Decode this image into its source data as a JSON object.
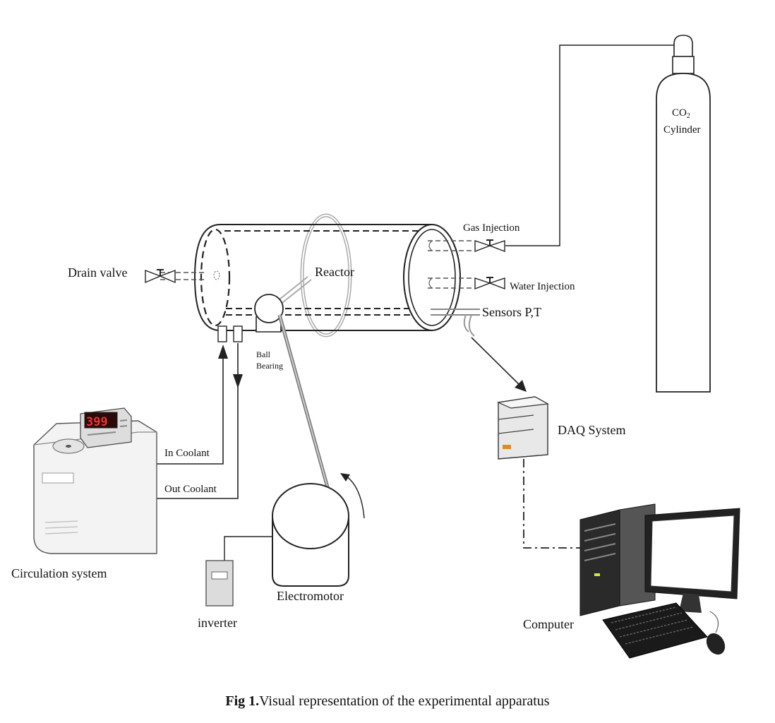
{
  "labels": {
    "co2": "CO",
    "co2_sub": "2",
    "cylinder": "Cylinder",
    "gas_injection": "Gas Injection",
    "water_injection": "Water Injection",
    "reactor": "Reactor",
    "drain_valve": "Drain valve",
    "sensors": "Sensors P,T",
    "ball": "Ball",
    "bearing": "Bearing",
    "daq_system": "DAQ System",
    "in_coolant": "In Coolant",
    "out_coolant": "Out Coolant",
    "circulation_system": "Circulation system",
    "electromotor": "Electromotor",
    "inverter": "inverter",
    "computer": "Computer",
    "display_reading": "399"
  },
  "caption": {
    "prefix": "Fig 1.",
    "text": "Visual representation of the experimental apparatus"
  }
}
